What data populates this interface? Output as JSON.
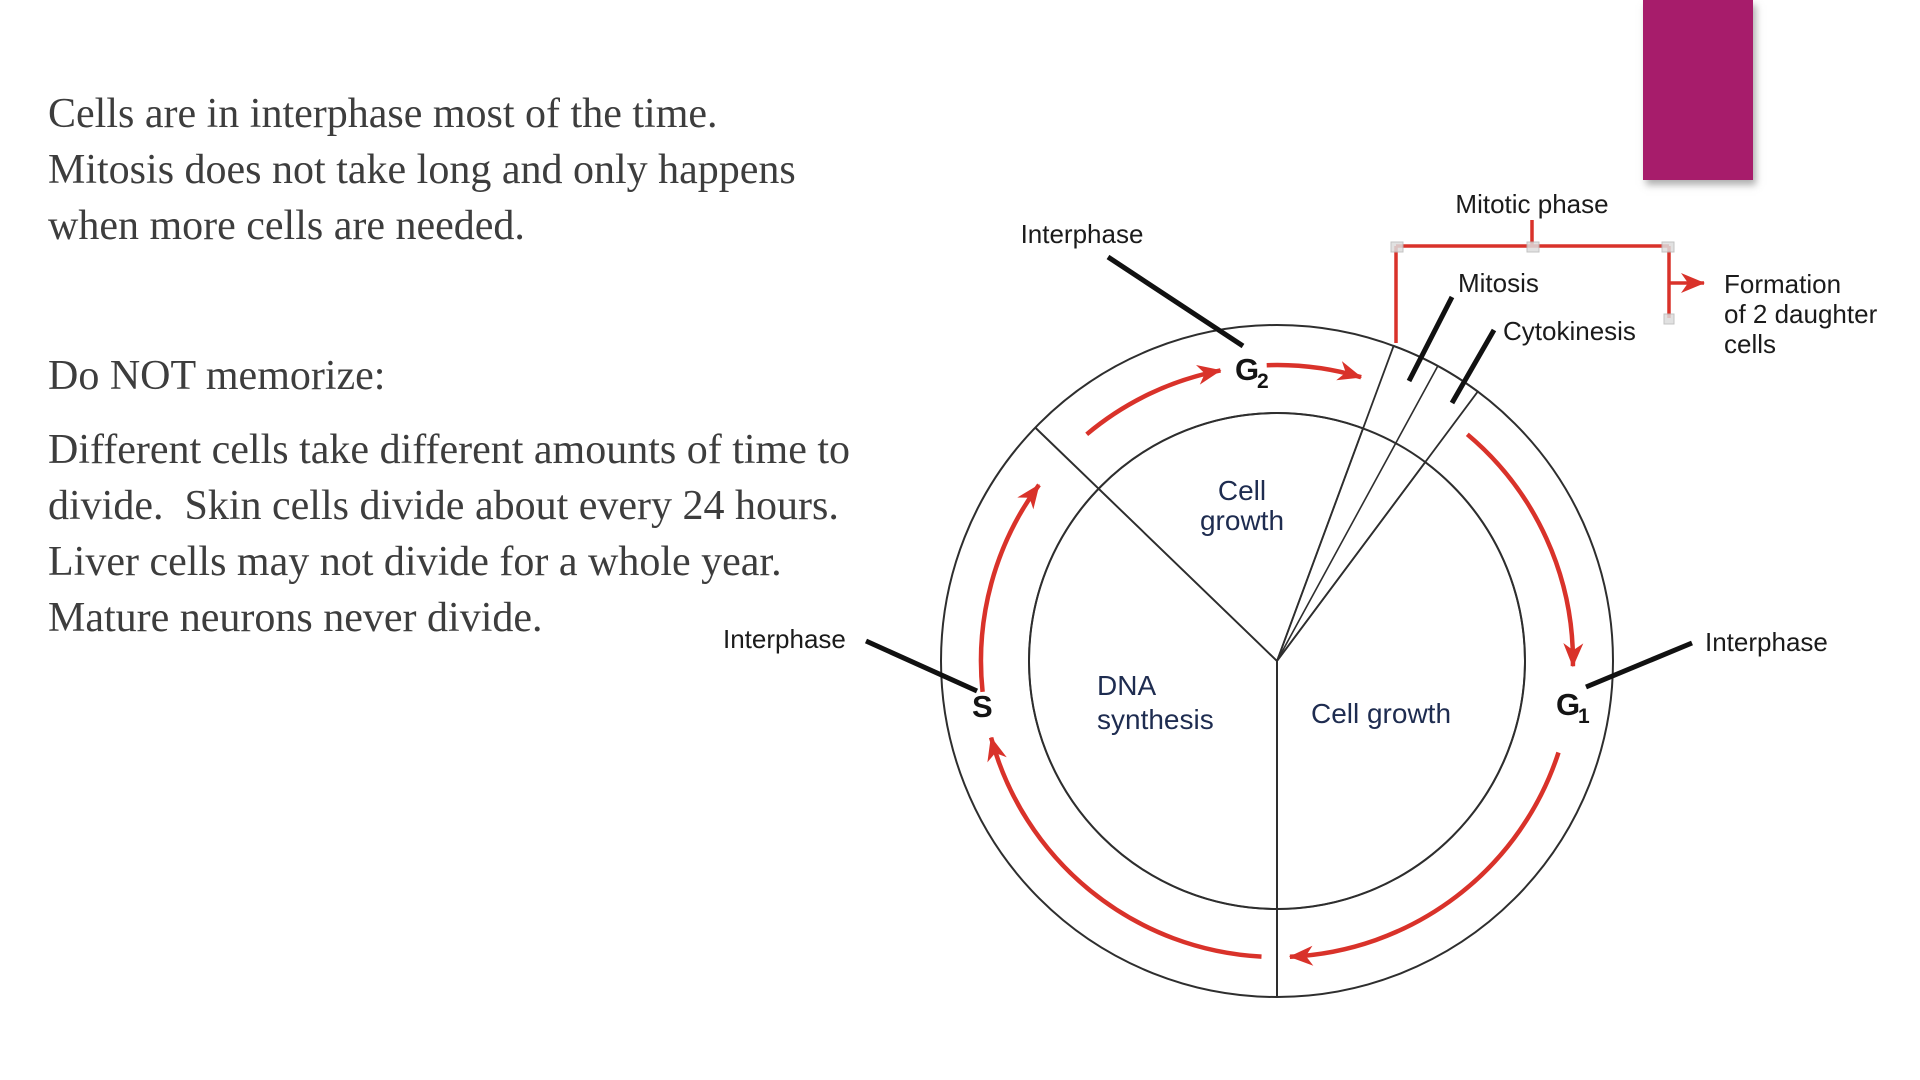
{
  "slide": {
    "intro": "Cells are in interphase most of the time.\nMitosis does not take long and only happens\nwhen more cells are needed.",
    "note_heading": "Do NOT memorize:",
    "note_body": "Different cells take different amounts of time to\ndivide.  Skin cells divide about every 24 hours.\nLiver cells may not divide for a whole year.\nMature neurons never divide.",
    "text_color": "#3d3d3d",
    "accent_bar_color": "#a71c6b"
  },
  "diagram": {
    "title": "Cell cycle diagram",
    "callouts": {
      "interphase_top": "Interphase",
      "interphase_left": "Interphase",
      "interphase_right": "Interphase",
      "mitotic_phase": "Mitotic phase",
      "mitosis": "Mitosis",
      "cytokinesis": "Cytokinesis",
      "formation_line1": "Formation",
      "formation_line2": "of 2 daughter",
      "formation_line3": "cells"
    },
    "ring_labels": {
      "g2_main": "G",
      "g2_sub": "2",
      "g1_main": "G",
      "g1_sub": "1",
      "s": "S"
    },
    "sector_labels": {
      "g2_line1": "Cell",
      "g2_line2": "growth",
      "s_line1": "DNA",
      "s_line2": "synthesis",
      "g1": "Cell growth"
    },
    "colors": {
      "ring": "#d2d2d4",
      "g2_sector": "#d7dbe8",
      "s_sector": "#69a5c8",
      "g1_sector": "#d9c8e2",
      "m_sector": "#f6c8a6",
      "arrow_red": "#d9322a",
      "outline": "#2e2e2e",
      "pointer_black": "#111111"
    },
    "phases": [
      {
        "name": "G1",
        "label": "Cell growth",
        "region": "right",
        "arc_deg": [
          36.7,
          180
        ]
      },
      {
        "name": "S",
        "label": "DNA synthesis",
        "region": "lower-left",
        "arc_deg": [
          180,
          314
        ]
      },
      {
        "name": "G2",
        "label": "Cell growth",
        "region": "upper-left",
        "arc_deg": [
          314,
          380.3
        ]
      },
      {
        "name": "M",
        "label": "Mitosis / Cytokinesis",
        "region": "top wedge",
        "arc_deg": [
          20.3,
          36.7
        ]
      }
    ],
    "cycle_direction": "clockwise"
  }
}
